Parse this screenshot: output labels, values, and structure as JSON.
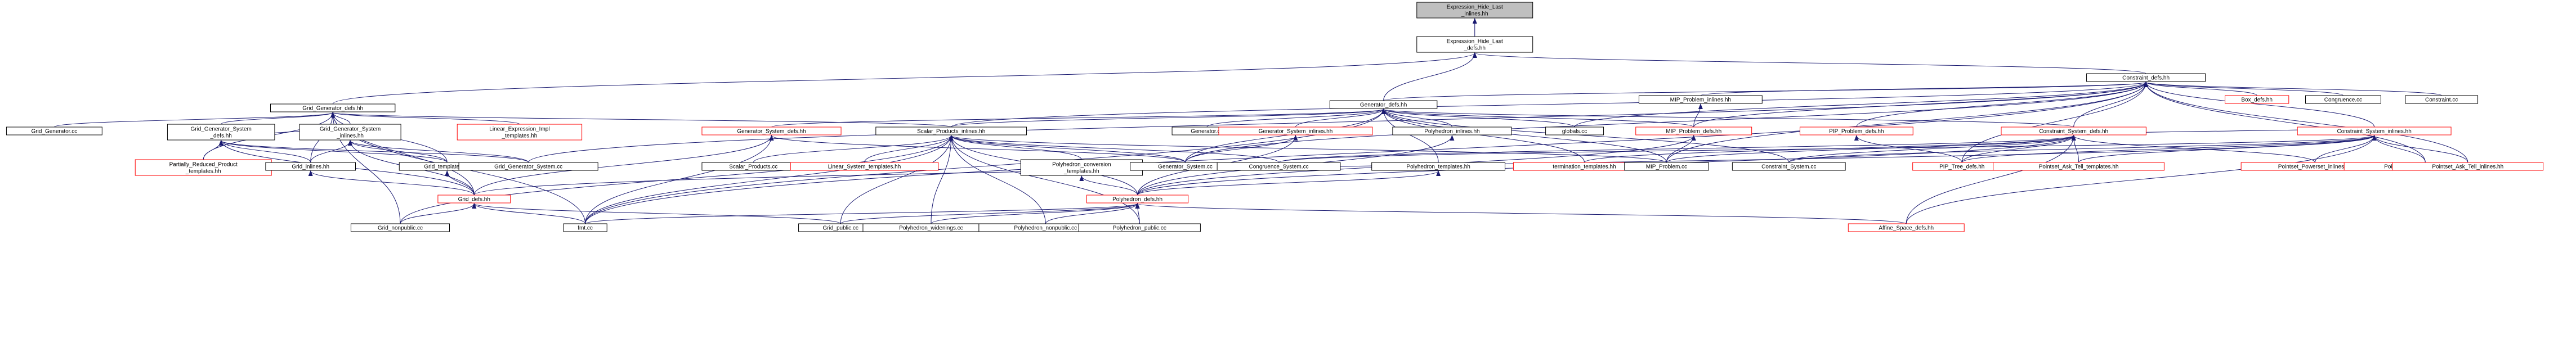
{
  "diagram": {
    "colors": {
      "background": "#ffffff",
      "node_fill": "#ffffff",
      "node_border": "#000000",
      "red_node_border": "#ff0000",
      "root_node_fill": "#bfbfbf",
      "edge": "#191970"
    },
    "nodes": [
      {
        "id": "n0",
        "lines": [
          "Expression_Hide_Last",
          "_inlines.hh"
        ],
        "kind": "root"
      },
      {
        "id": "n1",
        "lines": [
          "Expression_Hide_Last",
          "_defs.hh"
        ],
        "kind": "normal"
      },
      {
        "id": "n2",
        "lines": [
          "Constraint_defs.hh"
        ],
        "kind": "normal"
      },
      {
        "id": "n3",
        "lines": [
          "Grid_Generator_defs.hh"
        ],
        "kind": "normal"
      },
      {
        "id": "n4",
        "lines": [
          "Generator_defs.hh"
        ],
        "kind": "normal"
      },
      {
        "id": "n5",
        "lines": [
          "MIP_Problem_inlines.hh"
        ],
        "kind": "normal"
      },
      {
        "id": "n6",
        "lines": [
          "Box_defs.hh"
        ],
        "kind": "red"
      },
      {
        "id": "n7",
        "lines": [
          "Congruence.cc"
        ],
        "kind": "normal"
      },
      {
        "id": "n8",
        "lines": [
          "Constraint.cc"
        ],
        "kind": "normal"
      },
      {
        "id": "n9",
        "lines": [
          "Grid_Generator.cc"
        ],
        "kind": "normal"
      },
      {
        "id": "n10",
        "lines": [
          "Grid_Generator_System",
          "_defs.hh"
        ],
        "kind": "normal"
      },
      {
        "id": "n11",
        "lines": [
          "Grid_Generator_System",
          "_inlines.hh"
        ],
        "kind": "normal"
      },
      {
        "id": "n12",
        "lines": [
          "Linear_Expression_Impl",
          "_templates.hh"
        ],
        "kind": "red"
      },
      {
        "id": "n13",
        "lines": [
          "Generator_System_defs.hh"
        ],
        "kind": "red"
      },
      {
        "id": "n14",
        "lines": [
          "Scalar_Products_inlines.hh"
        ],
        "kind": "normal"
      },
      {
        "id": "n15",
        "lines": [
          "Generator.cc"
        ],
        "kind": "normal"
      },
      {
        "id": "n16",
        "lines": [
          "Generator_System_inlines.hh"
        ],
        "kind": "red"
      },
      {
        "id": "n17",
        "lines": [
          "Polyhedron_inlines.hh"
        ],
        "kind": "normal"
      },
      {
        "id": "n18",
        "lines": [
          "globals.cc"
        ],
        "kind": "normal"
      },
      {
        "id": "n19",
        "lines": [
          "MIP_Problem_defs.hh"
        ],
        "kind": "red"
      },
      {
        "id": "n20",
        "lines": [
          "PIP_Problem_defs.hh"
        ],
        "kind": "red"
      },
      {
        "id": "n21",
        "lines": [
          "Constraint_System_defs.hh"
        ],
        "kind": "red"
      },
      {
        "id": "n22",
        "lines": [
          "Constraint_System_inlines.hh"
        ],
        "kind": "red"
      },
      {
        "id": "n23",
        "lines": [
          "Partially_Reduced_Product",
          "_templates.hh"
        ],
        "kind": "red"
      },
      {
        "id": "n24",
        "lines": [
          "Grid_inlines.hh"
        ],
        "kind": "normal"
      },
      {
        "id": "n25",
        "lines": [
          "Grid_templates.hh"
        ],
        "kind": "normal"
      },
      {
        "id": "n26",
        "lines": [
          "Grid_Generator_System.cc"
        ],
        "kind": "normal"
      },
      {
        "id": "n27",
        "lines": [
          "Scalar_Products.cc"
        ],
        "kind": "normal"
      },
      {
        "id": "n28",
        "lines": [
          "Linear_System_templates.hh"
        ],
        "kind": "red"
      },
      {
        "id": "n29",
        "lines": [
          "Polyhedron_conversion",
          "_templates.hh"
        ],
        "kind": "normal"
      },
      {
        "id": "n30",
        "lines": [
          "Generator_System.cc"
        ],
        "kind": "normal"
      },
      {
        "id": "n31",
        "lines": [
          "Congruence_System.cc"
        ],
        "kind": "normal"
      },
      {
        "id": "n32",
        "lines": [
          "Polyhedron_templates.hh"
        ],
        "kind": "normal"
      },
      {
        "id": "n33",
        "lines": [
          "termination_templates.hh"
        ],
        "kind": "red"
      },
      {
        "id": "n34",
        "lines": [
          "MIP_Problem.cc"
        ],
        "kind": "normal"
      },
      {
        "id": "n35",
        "lines": [
          "Constraint_System.cc"
        ],
        "kind": "normal"
      },
      {
        "id": "n36",
        "lines": [
          "PIP_Tree_defs.hh"
        ],
        "kind": "red"
      },
      {
        "id": "n37",
        "lines": [
          "Pointset_Ask_Tell_templates.hh"
        ],
        "kind": "red"
      },
      {
        "id": "n38",
        "lines": [
          "Pointset_Powerset_inlines.hh"
        ],
        "kind": "red"
      },
      {
        "id": "n39",
        "lines": [
          "Pointset_Powerset_templates.hh"
        ],
        "kind": "red"
      },
      {
        "id": "n40",
        "lines": [
          "Pointset_Ask_Tell_inlines.hh"
        ],
        "kind": "red"
      },
      {
        "id": "n41",
        "lines": [
          "Grid_defs.hh"
        ],
        "kind": "red"
      },
      {
        "id": "n42",
        "lines": [
          "Polyhedron_defs.hh"
        ],
        "kind": "red"
      },
      {
        "id": "n43",
        "lines": [
          "Grid_nonpublic.cc"
        ],
        "kind": "normal"
      },
      {
        "id": "n44",
        "lines": [
          "fmt.cc"
        ],
        "kind": "normal"
      },
      {
        "id": "n45",
        "lines": [
          "Grid_public.cc"
        ],
        "kind": "normal"
      },
      {
        "id": "n46",
        "lines": [
          "Polyhedron_widenings.cc"
        ],
        "kind": "normal"
      },
      {
        "id": "n47",
        "lines": [
          "Polyhedron_nonpublic.cc"
        ],
        "kind": "normal"
      },
      {
        "id": "n48",
        "lines": [
          "Polyhedron_public.cc"
        ],
        "kind": "normal"
      },
      {
        "id": "n49",
        "lines": [
          "Affine_Space_defs.hh"
        ],
        "kind": "red"
      }
    ],
    "edges": [
      [
        "n0",
        "n1"
      ],
      [
        "n1",
        "n2"
      ],
      [
        "n1",
        "n3"
      ],
      [
        "n1",
        "n4"
      ],
      [
        "n2",
        "n4"
      ],
      [
        "n2",
        "n5"
      ],
      [
        "n2",
        "n6"
      ],
      [
        "n2",
        "n7"
      ],
      [
        "n2",
        "n8"
      ],
      [
        "n2",
        "n14"
      ],
      [
        "n2",
        "n18"
      ],
      [
        "n2",
        "n19"
      ],
      [
        "n2",
        "n20"
      ],
      [
        "n2",
        "n21"
      ],
      [
        "n2",
        "n22"
      ],
      [
        "n2",
        "n26"
      ],
      [
        "n2",
        "n30"
      ],
      [
        "n2",
        "n34"
      ],
      [
        "n2",
        "n36"
      ],
      [
        "n2",
        "n39"
      ],
      [
        "n2",
        "n40"
      ],
      [
        "n2",
        "n44"
      ],
      [
        "n3",
        "n9"
      ],
      [
        "n3",
        "n10"
      ],
      [
        "n3",
        "n11"
      ],
      [
        "n3",
        "n12"
      ],
      [
        "n3",
        "n14"
      ],
      [
        "n3",
        "n23"
      ],
      [
        "n3",
        "n24"
      ],
      [
        "n3",
        "n25"
      ],
      [
        "n3",
        "n41"
      ],
      [
        "n3",
        "n43"
      ],
      [
        "n3",
        "n44"
      ],
      [
        "n4",
        "n13"
      ],
      [
        "n4",
        "n14"
      ],
      [
        "n4",
        "n15"
      ],
      [
        "n4",
        "n16"
      ],
      [
        "n4",
        "n17"
      ],
      [
        "n4",
        "n18"
      ],
      [
        "n4",
        "n19"
      ],
      [
        "n4",
        "n21"
      ],
      [
        "n4",
        "n30"
      ],
      [
        "n4",
        "n32"
      ],
      [
        "n4",
        "n33"
      ],
      [
        "n4",
        "n34"
      ],
      [
        "n4",
        "n35"
      ],
      [
        "n4",
        "n44"
      ],
      [
        "n5",
        "n19"
      ],
      [
        "n10",
        "n11"
      ],
      [
        "n10",
        "n23"
      ],
      [
        "n10",
        "n24"
      ],
      [
        "n10",
        "n25"
      ],
      [
        "n10",
        "n26"
      ],
      [
        "n10",
        "n41"
      ],
      [
        "n11",
        "n24"
      ],
      [
        "n11",
        "n25"
      ],
      [
        "n11",
        "n26"
      ],
      [
        "n11",
        "n41"
      ],
      [
        "n13",
        "n30"
      ],
      [
        "n13",
        "n41"
      ],
      [
        "n13",
        "n44"
      ],
      [
        "n14",
        "n27"
      ],
      [
        "n14",
        "n28"
      ],
      [
        "n14",
        "n29"
      ],
      [
        "n14",
        "n30"
      ],
      [
        "n14",
        "n31"
      ],
      [
        "n14",
        "n34"
      ],
      [
        "n14",
        "n42"
      ],
      [
        "n14",
        "n43"
      ],
      [
        "n14",
        "n44"
      ],
      [
        "n14",
        "n45"
      ],
      [
        "n14",
        "n46"
      ],
      [
        "n14",
        "n47"
      ],
      [
        "n14",
        "n48"
      ],
      [
        "n16",
        "n30"
      ],
      [
        "n16",
        "n42"
      ],
      [
        "n17",
        "n42"
      ],
      [
        "n19",
        "n34"
      ],
      [
        "n19",
        "n42"
      ],
      [
        "n20",
        "n36"
      ],
      [
        "n21",
        "n22"
      ],
      [
        "n21",
        "n31"
      ],
      [
        "n21",
        "n33"
      ],
      [
        "n21",
        "n34"
      ],
      [
        "n21",
        "n35"
      ],
      [
        "n21",
        "n36"
      ],
      [
        "n21",
        "n37"
      ],
      [
        "n21",
        "n38"
      ],
      [
        "n21",
        "n42"
      ],
      [
        "n21",
        "n49"
      ],
      [
        "n22",
        "n31"
      ],
      [
        "n22",
        "n35"
      ],
      [
        "n22",
        "n36"
      ],
      [
        "n22",
        "n37"
      ],
      [
        "n22",
        "n38"
      ],
      [
        "n22",
        "n39"
      ],
      [
        "n22",
        "n40"
      ],
      [
        "n22",
        "n41"
      ],
      [
        "n22",
        "n49"
      ],
      [
        "n24",
        "n41"
      ],
      [
        "n25",
        "n41"
      ],
      [
        "n29",
        "n42"
      ],
      [
        "n32",
        "n42"
      ],
      [
        "n41",
        "n43"
      ],
      [
        "n41",
        "n44"
      ],
      [
        "n41",
        "n45"
      ],
      [
        "n42",
        "n44"
      ],
      [
        "n42",
        "n45"
      ],
      [
        "n42",
        "n46"
      ],
      [
        "n42",
        "n47"
      ],
      [
        "n42",
        "n48"
      ],
      [
        "n42",
        "n49"
      ]
    ]
  }
}
